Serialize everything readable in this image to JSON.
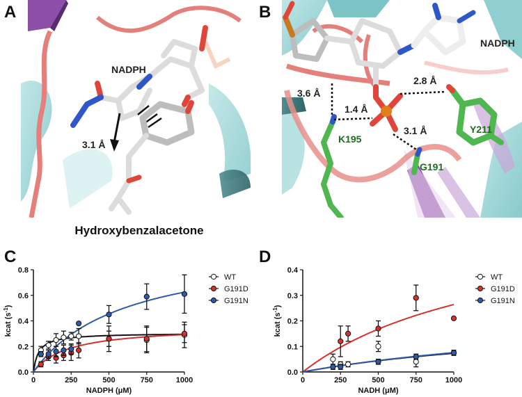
{
  "panels": {
    "a": {
      "letter": "A",
      "labels": {
        "nadph": "NADPH",
        "distance": "3.1 Å",
        "ligand": "Hydroxybenzalacetone"
      }
    },
    "b": {
      "letter": "B",
      "labels": {
        "nadph": "NADPH",
        "d1": "3.6 Å",
        "d2": "1.4 Å",
        "d3": "2.8 Å",
        "d4": "3.1 Å",
        "k195": "K195",
        "y211": "Y211",
        "g191": "G191"
      }
    }
  },
  "colors": {
    "WT": "#ffffff",
    "G191D": "#d7302e",
    "G191N": "#2f5aa8",
    "fit_WT": "#111111",
    "fit_G191D": "#d7302e",
    "fit_G191N": "#2f5aa8",
    "helix": "#8fcfd0",
    "coil": "#e57f7b",
    "sheet": "#8e4fa8",
    "carbon": "#cfcfcf",
    "lysine": "#4fb74f"
  },
  "chart_data": [
    {
      "panel": "C",
      "type": "scatter",
      "xlabel_main": "NADPH (",
      "xlabel_unit": "μ",
      "xlabel_end": "M)",
      "ylabel_main": "kcat (s",
      "ylabel_sup": "-1",
      "ylabel_end": ")",
      "xlim": [
        0,
        1000
      ],
      "ylim": [
        0,
        0.8
      ],
      "xticks": [
        "0",
        "250",
        "500",
        "750",
        "1000"
      ],
      "yticks": [
        "0.0",
        "0.2",
        "0.4",
        "0.6",
        "0.8"
      ],
      "legend_position": "top-right",
      "series": [
        {
          "name": "WT",
          "points": [
            {
              "x": 50,
              "y": 0.17,
              "err": 0.03
            },
            {
              "x": 100,
              "y": 0.21,
              "err": 0.03
            },
            {
              "x": 150,
              "y": 0.25,
              "err": 0.05
            },
            {
              "x": 200,
              "y": 0.27,
              "err": 0.05
            },
            {
              "x": 250,
              "y": 0.28,
              "err": 0.03
            },
            {
              "x": 300,
              "y": 0.28,
              "err": 0.06
            },
            {
              "x": 500,
              "y": 0.26,
              "err": 0.1
            },
            {
              "x": 750,
              "y": 0.25,
              "err": 0.1
            },
            {
              "x": 1000,
              "y": 0.29,
              "err": 0.1
            }
          ],
          "fit": {
            "vmax": 0.305,
            "km": 35
          }
        },
        {
          "name": "G191D",
          "points": [
            {
              "x": 50,
              "y": 0.06,
              "err": 0.02
            },
            {
              "x": 100,
              "y": 0.12,
              "err": 0.03
            },
            {
              "x": 150,
              "y": 0.11,
              "err": 0.04
            },
            {
              "x": 200,
              "y": 0.13,
              "err": 0.04
            },
            {
              "x": 250,
              "y": 0.15,
              "err": 0.06
            },
            {
              "x": 300,
              "y": 0.17,
              "err": 0.06
            },
            {
              "x": 500,
              "y": 0.26,
              "err": 0.06
            },
            {
              "x": 750,
              "y": 0.26,
              "err": 0.1
            },
            {
              "x": 1000,
              "y": 0.3,
              "err": 0.07
            }
          ],
          "fit": {
            "vmax": 0.36,
            "km": 230
          }
        },
        {
          "name": "G191N",
          "points": [
            {
              "x": 50,
              "y": 0.14,
              "err": 0.02
            },
            {
              "x": 100,
              "y": 0.14,
              "err": 0.03
            },
            {
              "x": 150,
              "y": 0.16,
              "err": 0.04
            },
            {
              "x": 200,
              "y": 0.17,
              "err": 0.04
            },
            {
              "x": 250,
              "y": 0.18,
              "err": 0.04
            },
            {
              "x": 300,
              "y": 0.38,
              "err": 0.0
            },
            {
              "x": 500,
              "y": 0.45,
              "err": 0.07
            },
            {
              "x": 750,
              "y": 0.59,
              "err": 0.1
            },
            {
              "x": 1000,
              "y": 0.61,
              "err": 0.15
            }
          ],
          "fit": {
            "vmax": 1.0,
            "km": 600
          }
        }
      ]
    },
    {
      "panel": "D",
      "type": "scatter",
      "xlabel_main": "NADH (",
      "xlabel_unit": "μ",
      "xlabel_end": "M)",
      "ylabel_main": "kcat (s",
      "ylabel_sup": "-1",
      "ylabel_end": ")",
      "xlim": [
        0,
        1000
      ],
      "ylim": [
        0,
        0.4
      ],
      "xticks": [
        "0",
        "250",
        "500",
        "750",
        "1000"
      ],
      "yticks": [
        "0.0",
        "0.1",
        "0.2",
        "0.3",
        "0.4"
      ],
      "legend_position": "top-right",
      "series": [
        {
          "name": "WT",
          "points": [
            {
              "x": 200,
              "y": 0.05,
              "err": 0.02
            },
            {
              "x": 250,
              "y": 0.03,
              "err": 0.01
            },
            {
              "x": 300,
              "y": 0.03,
              "err": 0.01
            },
            {
              "x": 500,
              "y": 0.1,
              "err": 0.02
            },
            {
              "x": 750,
              "y": 0.04,
              "err": 0.02
            },
            {
              "x": 1000,
              "y": 0.075,
              "err": 0.01
            }
          ],
          "fit": {
            "vmax": 0.22,
            "km": 2000
          }
        },
        {
          "name": "G191D",
          "points": [
            {
              "x": 250,
              "y": 0.12,
              "err": 0.06
            },
            {
              "x": 300,
              "y": 0.15,
              "err": 0.03
            },
            {
              "x": 500,
              "y": 0.17,
              "err": 0.03
            },
            {
              "x": 750,
              "y": 0.29,
              "err": 0.05
            },
            {
              "x": 1000,
              "y": 0.21,
              "err": 0.0
            }
          ],
          "fit": {
            "vmax": 0.62,
            "km": 1350
          }
        },
        {
          "name": "G191N",
          "points": [
            {
              "x": 200,
              "y": 0.02,
              "err": 0.01
            },
            {
              "x": 250,
              "y": 0.02,
              "err": 0.01
            },
            {
              "x": 500,
              "y": 0.04,
              "err": 0.01
            },
            {
              "x": 750,
              "y": 0.06,
              "err": 0.01
            },
            {
              "x": 1000,
              "y": 0.075,
              "err": 0.01
            }
          ],
          "fit": {
            "vmax": 0.25,
            "km": 2300
          }
        }
      ]
    }
  ]
}
